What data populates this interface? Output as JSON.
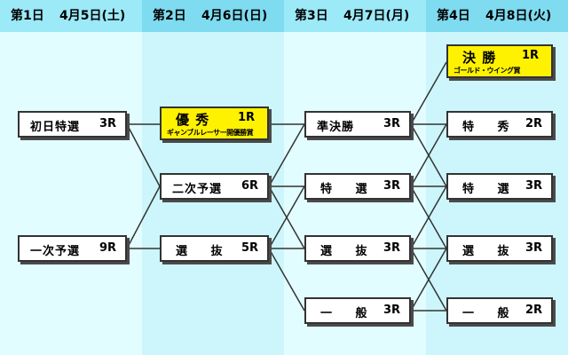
{
  "header": {
    "day1": {
      "label": "第1日",
      "date": "4月5日(土)"
    },
    "day2": {
      "label": "第2日",
      "date": "4月6日(日)"
    },
    "day3": {
      "label": "第3日",
      "date": "4月7日(月)"
    },
    "day4": {
      "label": "第4日",
      "date": "4月8日(火)"
    }
  },
  "races": {
    "shonichi_tokusen": {
      "name": "初日特選",
      "round": "3R"
    },
    "ichiji_yosen": {
      "name": "一次予選",
      "round": "9R"
    },
    "yusho": {
      "name": "優 秀",
      "round": "1R",
      "subtitle": "ギャンブルレーサー開優勝賞"
    },
    "niji_yosen": {
      "name": "二次予選",
      "round": "6R"
    },
    "senbatsu_d2": {
      "name": "選 抜",
      "round": "5R"
    },
    "junkessho": {
      "name": "準決勝",
      "round": "3R"
    },
    "tokusen_d3": {
      "name": "特 選",
      "round": "3R"
    },
    "senbatsu_d3": {
      "name": "選 抜",
      "round": "3R"
    },
    "ippan_d3": {
      "name": "一 般",
      "round": "3R"
    },
    "kessho": {
      "name": "決 勝",
      "round": "1R",
      "subtitle": "ゴールド・ウイング賞"
    },
    "tokushu": {
      "name": "特 秀",
      "round": "2R"
    },
    "tokusen_d4": {
      "name": "特 選",
      "round": "3R"
    },
    "senbatsu_d4": {
      "name": "選 抜",
      "round": "3R"
    },
    "ippan_d4": {
      "name": "一 般",
      "round": "2R"
    }
  }
}
